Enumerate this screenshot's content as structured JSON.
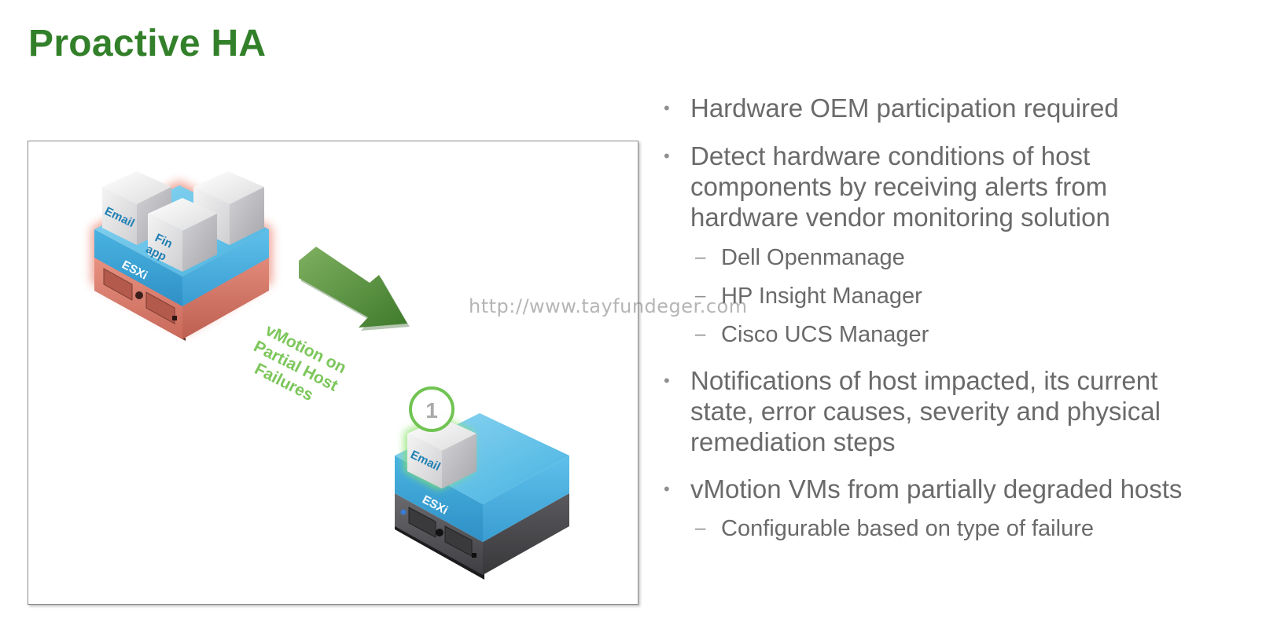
{
  "slide": {
    "title": "Proactive HA"
  },
  "diagram": {
    "source_host": {
      "label": "ESXi",
      "vms": [
        "Email",
        "Fin app",
        ""
      ]
    },
    "arrow_caption": [
      "vMotion on",
      "Partial Host",
      "Failures"
    ],
    "target_host": {
      "label": "ESXi",
      "vm": "Email",
      "step_number": "1"
    }
  },
  "bullets": [
    {
      "text": "Hardware OEM participation required",
      "children": []
    },
    {
      "text": "Detect hardware conditions of host components by receiving alerts from hardware vendor monitoring solution",
      "children": [
        "Dell Openmanage",
        "HP Insight Manager",
        "Cisco UCS Manager"
      ]
    },
    {
      "text": "Notifications of host impacted, its current state, error causes, severity and physical remediation steps",
      "children": []
    },
    {
      "text": "vMotion VMs from partially degraded hosts",
      "children": [
        "Configurable based on type of failure"
      ]
    }
  ],
  "watermark": "http://www.tayfundeger.com",
  "colors": {
    "title_green": "#33802a",
    "bullet_text": "#6a6a6a",
    "esxi_blue": "#3aa0d4",
    "failing_red": "#d9756a",
    "healthy_green": "#6ac14a",
    "arrow_green": "#5a8f3c"
  }
}
